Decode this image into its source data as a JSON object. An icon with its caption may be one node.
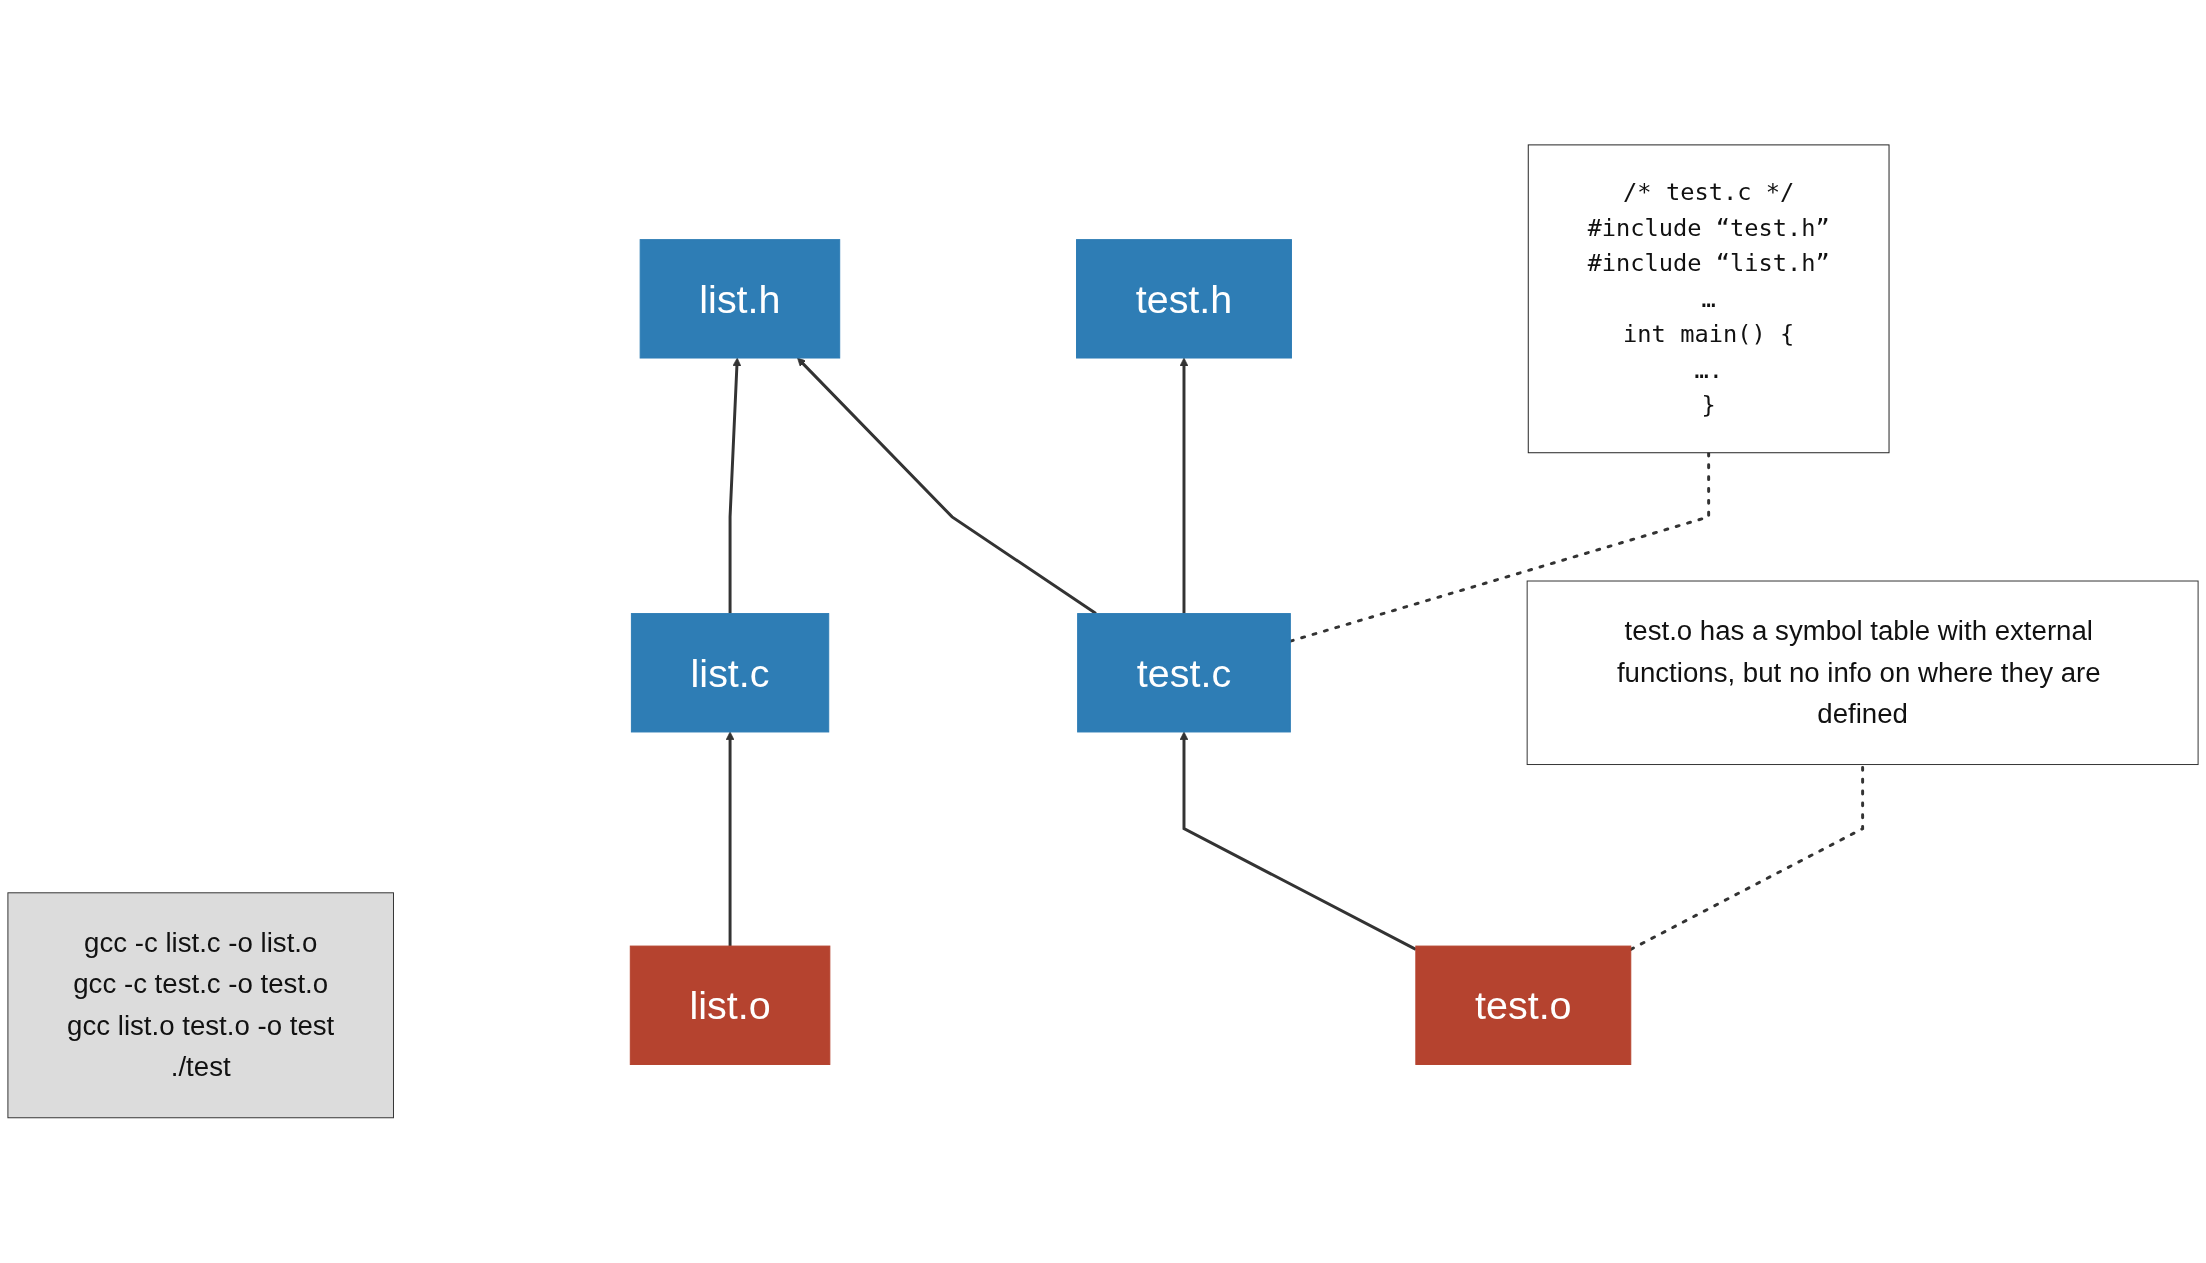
{
  "diagram": {
    "nodes": [
      {
        "text": [
          "list.h"
        ]
      },
      {
        "text": [
          "test.h"
        ]
      },
      {
        "text": [
          "/* test.c */",
          "#include “test.h”",
          "#include “list.h”",
          "…",
          "int main() {",
          "….",
          "}"
        ]
      },
      {
        "text": [
          "list.c"
        ]
      },
      {
        "text": [
          "test.c"
        ]
      },
      {
        "text": [
          "gcc -c list.c -o list.o",
          "gcc -c test.c -o test.o",
          "gcc list.o test.o -o test",
          "./test"
        ]
      },
      {
        "text": [
          "list.o"
        ]
      },
      {
        "text": [
          "test.o"
        ]
      },
      {
        "text": [
          "test.o has a symbol table with external functions, but no info on where they are defined"
        ]
      }
    ],
    "edges": [
      {
        "from": 3,
        "to": 0,
        "arrow": "to"
      },
      {
        "from": 4,
        "to": 1,
        "arrow": "to"
      },
      {
        "from": 4,
        "to": 0,
        "arrow": "to"
      },
      {
        "from": 6,
        "to": 3,
        "arrow": "to"
      },
      {
        "from": 7,
        "to": 4,
        "arrow": "to"
      },
      {
        "from": 4,
        "to": 2,
        "arrow": "none",
        "style": "dashed"
      },
      {
        "from": 7,
        "to": 8,
        "arrow": "none",
        "style": "dashed"
      }
    ]
  }
}
